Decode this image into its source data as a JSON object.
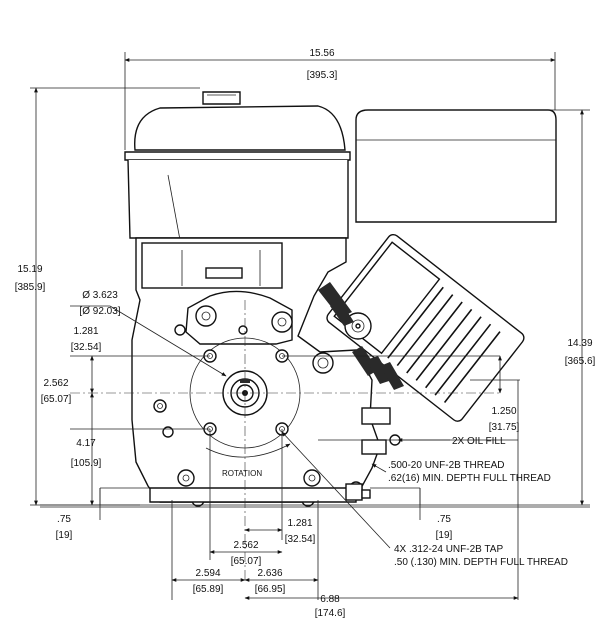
{
  "dimensions": {
    "width_in": "15.56",
    "width_mm": "[395.3]",
    "height_in": "15.19",
    "height_mm": "[385.9]",
    "right_height_in": "14.39",
    "right_height_mm": "[365.6]",
    "bore_dia_in": "Ø 3.623",
    "bore_dia_mm": "[Ø 92.03]",
    "d_1281_in": "1.281",
    "d_1281_mm": "[32.54]",
    "d_2562_in": "2.562",
    "d_2562_mm": "[65.07]",
    "d_417_in": "4.17",
    "d_417_mm": "[105.9]",
    "d_1250_in": "1.250",
    "d_1250_mm": "[31.75]",
    "left_75_in": ".75",
    "left_75_mm": "[19]",
    "right_75_in": ".75",
    "right_75_mm": "[19]",
    "bottom_1281_in": "1.281",
    "bottom_1281_mm": "[32.54]",
    "bottom_2562_in": "2.562",
    "bottom_2562_mm": "[65.07]",
    "d_2594_in": "2.594",
    "d_2594_mm": "[65.89]",
    "d_2636_in": "2.636",
    "d_2636_mm": "[66.95]",
    "d_688_in": "6.88",
    "d_688_mm": "[174.6]"
  },
  "notes": {
    "oil_fill": "2X OIL FILL",
    "thread_1a": ".500-20 UNF-2B THREAD",
    "thread_1b": ".62(16) MIN. DEPTH FULL THREAD",
    "tap_a": "4X .312-24 UNF-2B TAP",
    "tap_b": ".50 (.130) MIN. DEPTH FULL THREAD",
    "rotation": "ROTATION"
  }
}
